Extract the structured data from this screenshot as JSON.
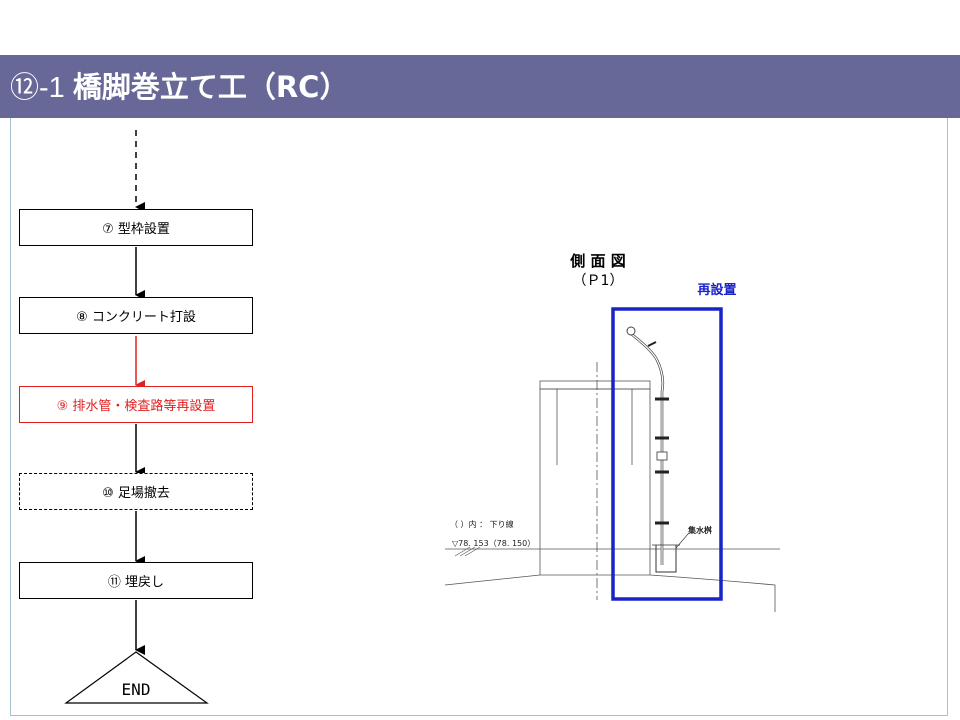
{
  "header": {
    "title_prefix": "⑫-1 ",
    "title_main": "橋脚巻立て工（RC）"
  },
  "flow": {
    "steps": [
      {
        "label": "⑦ 型枠設置"
      },
      {
        "label": "⑧ コンクリート打設"
      },
      {
        "label": "⑨ 排水管・検査路等再設置"
      },
      {
        "label": "⑩ 足場撤去"
      },
      {
        "label": "⑪ 埋戻し"
      }
    ],
    "end_label": "END"
  },
  "drawing": {
    "view_title": "側 面 図",
    "view_subtitle": "（Ｐ1）",
    "highlight_label": "再設置",
    "note_line": "（ ）内 ： 下り線",
    "elevation_label": "▽78. 153（78. 150）",
    "catch_basin_label": "集水桝"
  },
  "colors": {
    "title_bar": "#676897",
    "highlight": "#e02020",
    "highlight_box": "#1a23c8"
  }
}
